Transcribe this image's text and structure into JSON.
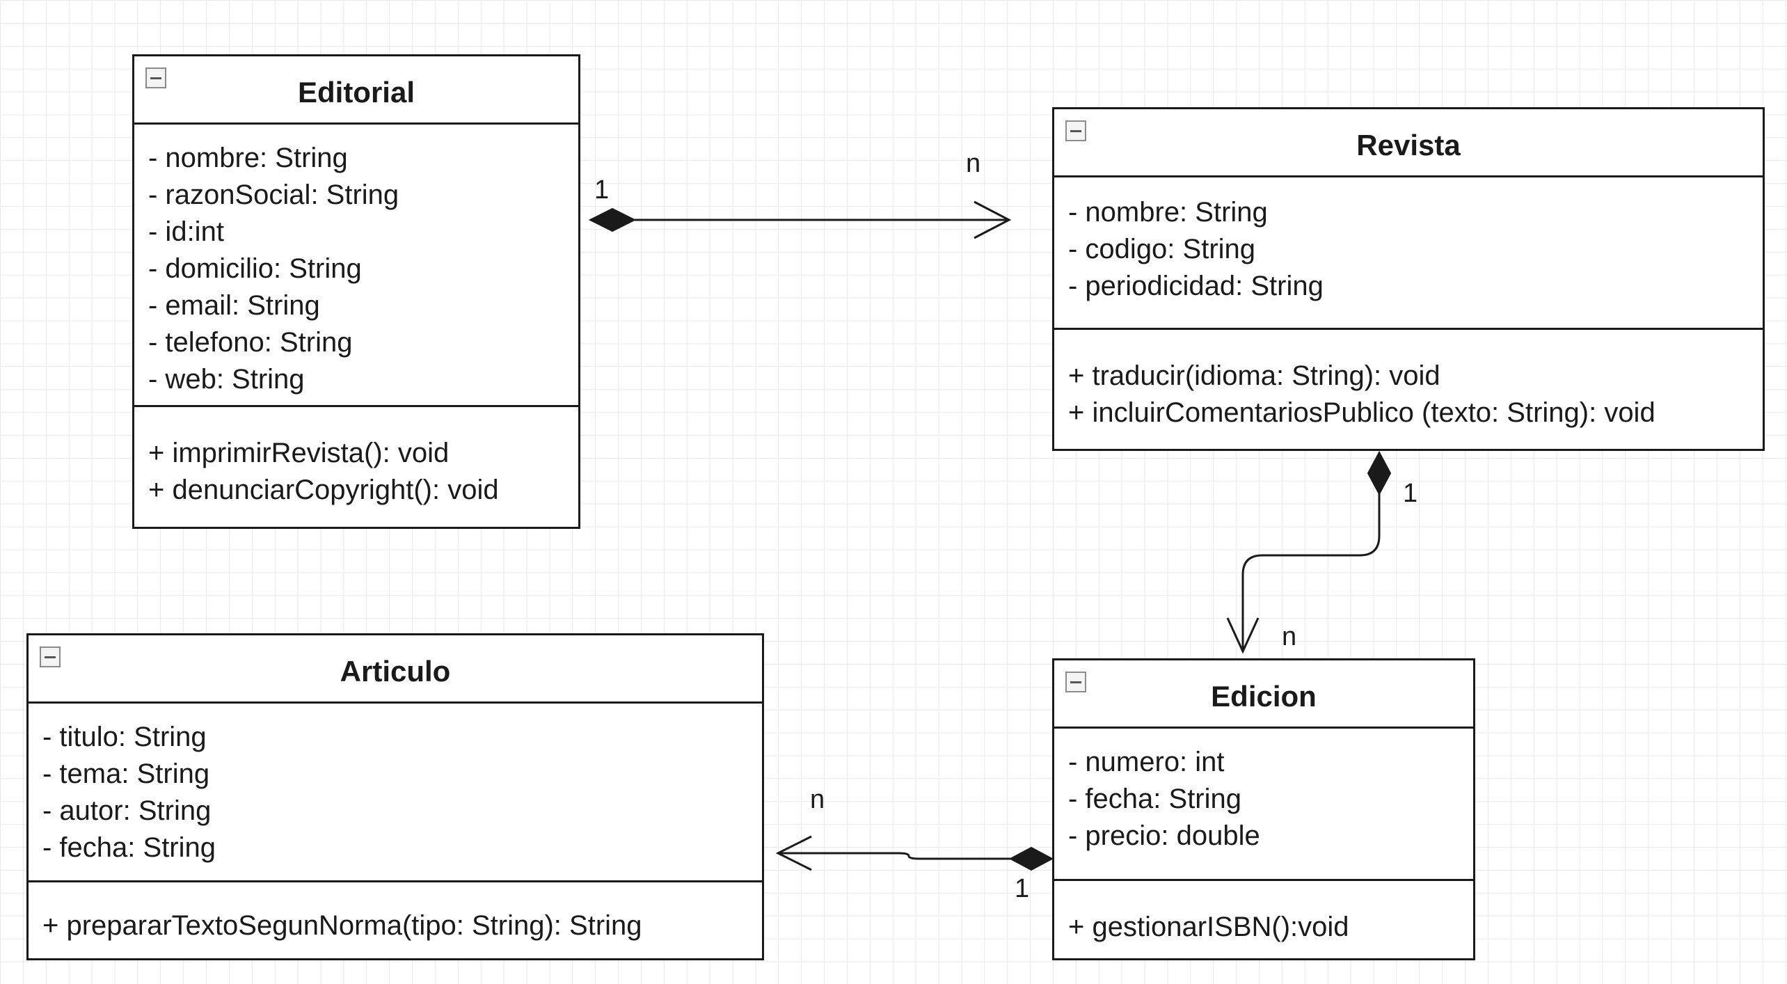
{
  "diagram": {
    "classes": {
      "editorial": {
        "name": "Editorial",
        "attributes": [
          "- nombre: String",
          "- razonSocial: String",
          "- id:int",
          "- domicilio: String",
          "- email: String",
          "- telefono: String",
          "- web: String"
        ],
        "methods": [
          "+ imprimirRevista(): void",
          "+ denunciarCopyright(): void"
        ]
      },
      "revista": {
        "name": "Revista",
        "attributes": [
          "- nombre: String",
          "- codigo: String",
          "- periodicidad: String"
        ],
        "methods": [
          "+ traducir(idioma: String): void",
          "+ incluirComentariosPublico (texto: String): void"
        ]
      },
      "articulo": {
        "name": "Articulo",
        "attributes": [
          "- titulo: String",
          "- tema: String",
          "- autor: String",
          "- fecha: String"
        ],
        "methods": [
          "+ prepararTextoSegunNorma(tipo: String): String"
        ]
      },
      "edicion": {
        "name": "Edicion",
        "attributes": [
          "- numero: int",
          "- fecha: String",
          "- precio: double"
        ],
        "methods": [
          "+ gestionarISBN():void"
        ]
      }
    },
    "relations": {
      "editorial_revista": {
        "from": "Editorial",
        "to": "Revista",
        "kind": "composition",
        "source_multiplicity": "1",
        "target_multiplicity": "n"
      },
      "revista_edicion": {
        "from": "Revista",
        "to": "Edicion",
        "kind": "composition",
        "source_multiplicity": "1",
        "target_multiplicity": "n"
      },
      "edicion_articulo": {
        "from": "Edicion",
        "to": "Articulo",
        "kind": "composition",
        "source_multiplicity": "1",
        "target_multiplicity": "n"
      }
    },
    "colors": {
      "stroke": "#1a1a1a",
      "grid": "#e9e9e9",
      "background": "#ffffff"
    }
  }
}
